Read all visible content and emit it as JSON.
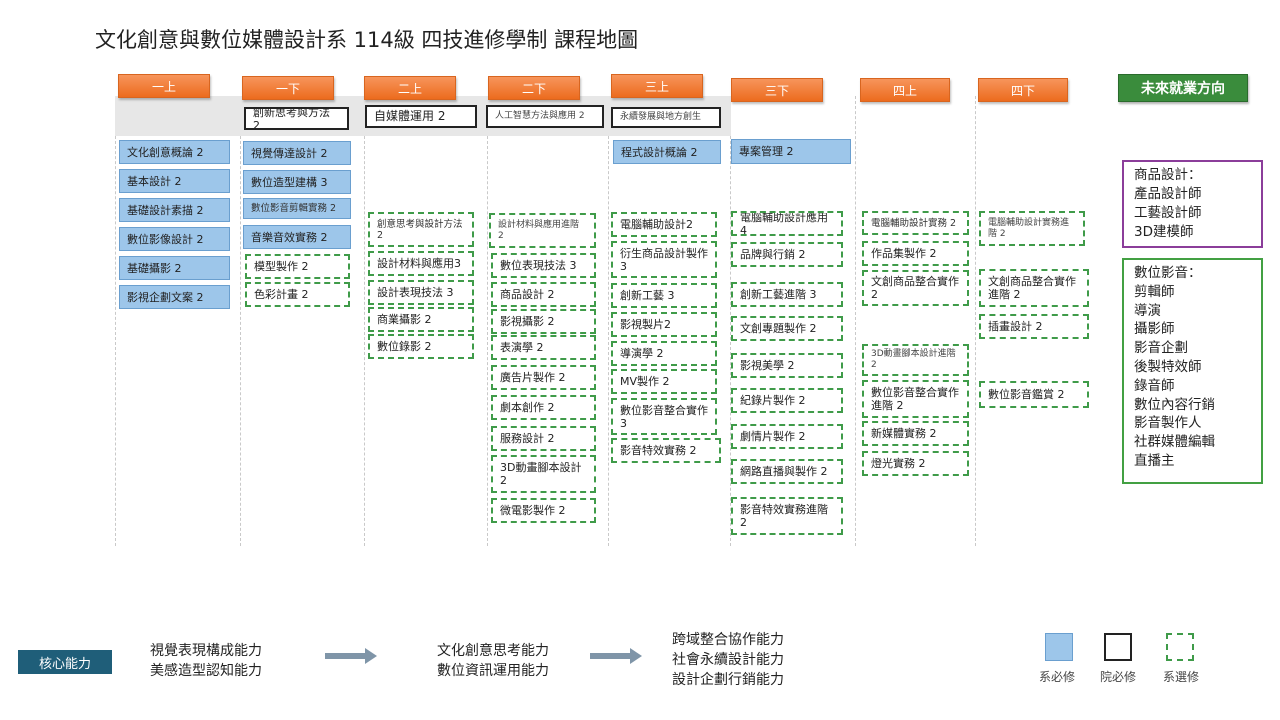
{
  "title": "文化創意與數位媒體設計系 114級 四技進修學制 課程地圖",
  "semesters": [
    "一上",
    "一下",
    "二上",
    "二下",
    "三上",
    "三下",
    "四上",
    "四下"
  ],
  "future_header": "未來就業方向",
  "courses": {
    "s1_1": "文化創意概論 2",
    "s1_2": "基本設計 2",
    "s1_3": "基礎設計素描 2",
    "s1_4": "數位影像設計 2",
    "s1_5": "基礎攝影 2",
    "s1_6": "影視企劃文案 2",
    "s2_0": "創新思考與方法 2",
    "s2_1": "視覺傳達設計 2",
    "s2_2": "數位造型建構 3",
    "s2_3": "數位影音剪輯實務 2",
    "s2_4": "音樂音效實務 2",
    "s2_5": "模型製作 2",
    "s2_6": "色彩計畫 2",
    "s3_0": "自媒體運用 2",
    "s3_1": "創意思考與設計方法 2",
    "s3_2": "設計材料與應用3",
    "s3_3": "設計表現技法 3",
    "s3_4": "商業攝影 2",
    "s3_5": "數位錄影 2",
    "s4_0": "人工智慧方法與應用 2",
    "s4_1": "設計材料與應用進階 2",
    "s4_2": "數位表現技法 3",
    "s4_3": "商品設計 2",
    "s4_4": "影視攝影 2",
    "s4_5": "表演學 2",
    "s4_6": "廣告片製作 2",
    "s4_7": "劇本創作 2",
    "s4_8": "服務設計 2",
    "s4_9": "3D動畫腳本設計 2",
    "s4_10": "微電影製作 2",
    "s5_0": "永續發展與地方創生",
    "s5_1": "程式設計概論 2",
    "s5_2": "電腦輔助設計2",
    "s5_3": "衍生商品設計製作 3",
    "s5_4": "創新工藝 3",
    "s5_5": "影視製片2",
    "s5_6": "導演學 2",
    "s5_7": "MV製作 2",
    "s5_8": "數位影音整合實作 3",
    "s5_9": "影音特效實務 2",
    "s6_1": "專案管理 2",
    "s6_2": "電腦輔助設計應用4",
    "s6_3": "品牌與行銷 2",
    "s6_4": "創新工藝進階 3",
    "s6_5": "文創專題製作 2",
    "s6_6": "影視美學 2",
    "s6_7": "紀錄片製作 2",
    "s6_8": "劇情片製作 2",
    "s6_9": "網路直播與製作 2",
    "s6_10": "影音特效實務進階 2",
    "s7_1": "電腦輔助設計實務 2",
    "s7_2": "作品集製作 2",
    "s7_3": "文創商品整合實作 2",
    "s7_4": "3D動畫腳本設計進階 2",
    "s7_5": "數位影音整合實作進階 2",
    "s7_6": "新媒體實務 2",
    "s7_7": "燈光實務 2",
    "s8_1": "電腦輔助設計實務進階 2",
    "s8_2": "文創商品整合實作進階 2",
    "s8_3": "插畫設計 2",
    "s8_4": "數位影音鑑賞 2"
  },
  "jobs": {
    "group1": [
      "商品設計：",
      "產品設計師",
      "工藝設計師",
      "3D建模師"
    ],
    "group2": [
      "數位影音：",
      "剪輯師",
      "導演",
      "攝影師",
      "影音企劃",
      "後製特效師",
      "錄音師",
      "數位內容行銷",
      "影音製作人",
      "社群媒體編輯",
      "直播主"
    ]
  },
  "core": {
    "label": "核心能力",
    "group1": [
      "視覺表現構成能力",
      "美感造型認知能力"
    ],
    "group2": [
      "文化創意思考能力",
      "數位資訊運用能力"
    ],
    "group3": [
      "跨域整合協作能力",
      "社會永續設計能力",
      "設計企劃行銷能力"
    ]
  },
  "legend": {
    "dept_required": "系必修",
    "college_required": "院必修",
    "dept_elective": "系選修"
  },
  "colors": {
    "semester_orange": "#ec6b1e",
    "future_green": "#3a8c3c",
    "required_blue": "#9dc6ea",
    "elective_green": "#3f9b49",
    "core_teal": "#1f5e79",
    "job_purple": "#8b3d9a",
    "job_green": "#43a043"
  },
  "icons": {
    "arrow": "right-arrow-icon"
  }
}
